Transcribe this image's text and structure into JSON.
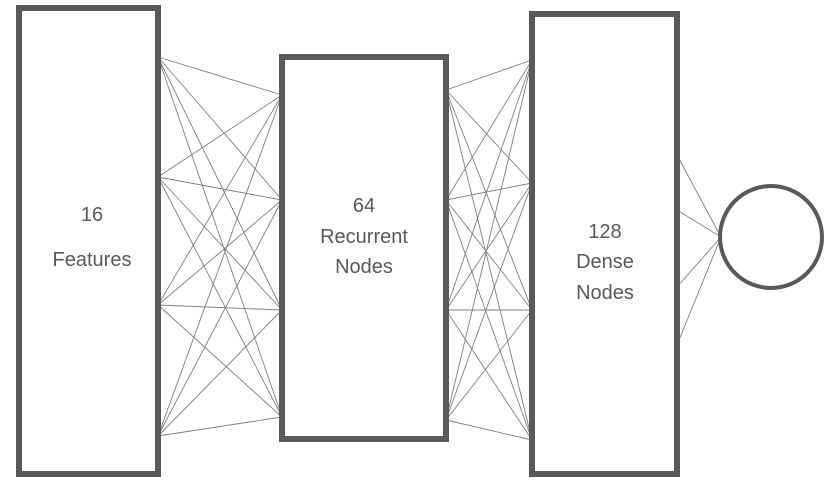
{
  "colors": {
    "stroke": "#595959",
    "edge": "#7f7f7f",
    "text": "#595959",
    "background": "#ffffff"
  },
  "layers": [
    {
      "name": "input-layer",
      "lines": [
        "16",
        "Features"
      ]
    },
    {
      "name": "recurrent-layer",
      "lines": [
        "64",
        "Recurrent",
        "Nodes"
      ]
    },
    {
      "name": "dense-layer",
      "lines": [
        "128",
        "Dense",
        "Nodes"
      ]
    }
  ],
  "output": {
    "shape": "circle"
  }
}
